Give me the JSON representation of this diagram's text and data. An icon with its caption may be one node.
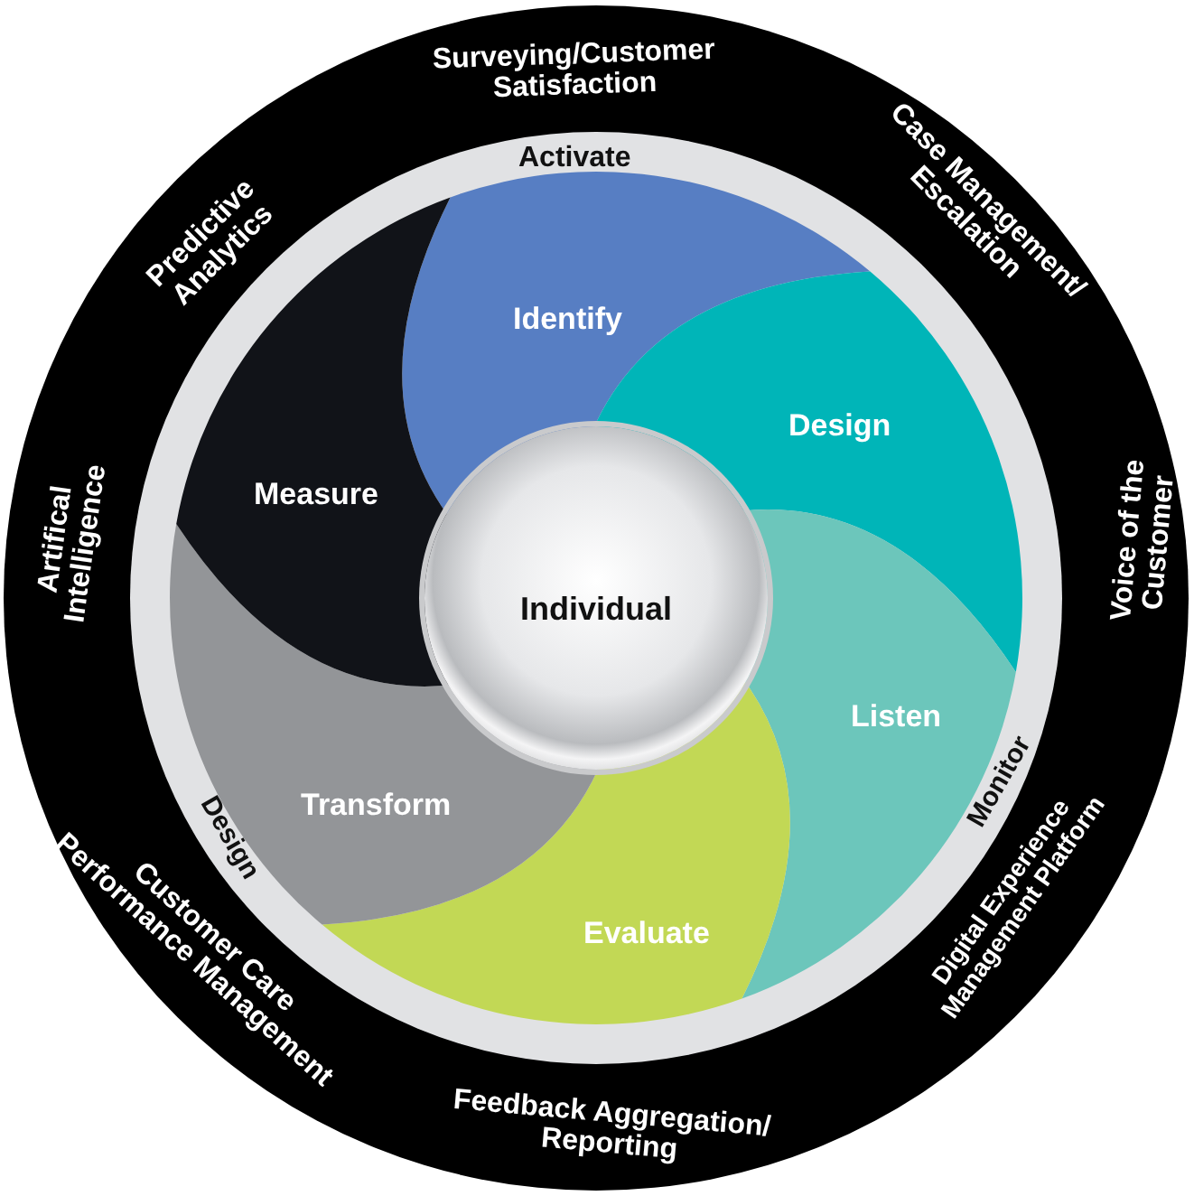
{
  "diagram": {
    "nodes": [
      {
        "text": [
          "Identify"
        ]
      },
      {
        "text": [
          "Design"
        ]
      },
      {
        "text": [
          "Listen"
        ]
      },
      {
        "text": [
          "Evaluate"
        ]
      },
      {
        "text": [
          "Transform"
        ]
      },
      {
        "text": [
          "Measure"
        ]
      },
      {
        "text": [
          "Individual"
        ]
      }
    ],
    "labels": [
      "Surveying/Customer Satisfaction",
      "Predictive Analytics",
      "Case Management/ Escalation",
      "Activate",
      "Artifical Intelligence",
      "Voice of the Customer",
      "Monitor",
      "Design",
      "Customer Care Performance Management",
      "Digital Experience Management Platform",
      "Feedback Aggregation/ Reporting"
    ]
  }
}
